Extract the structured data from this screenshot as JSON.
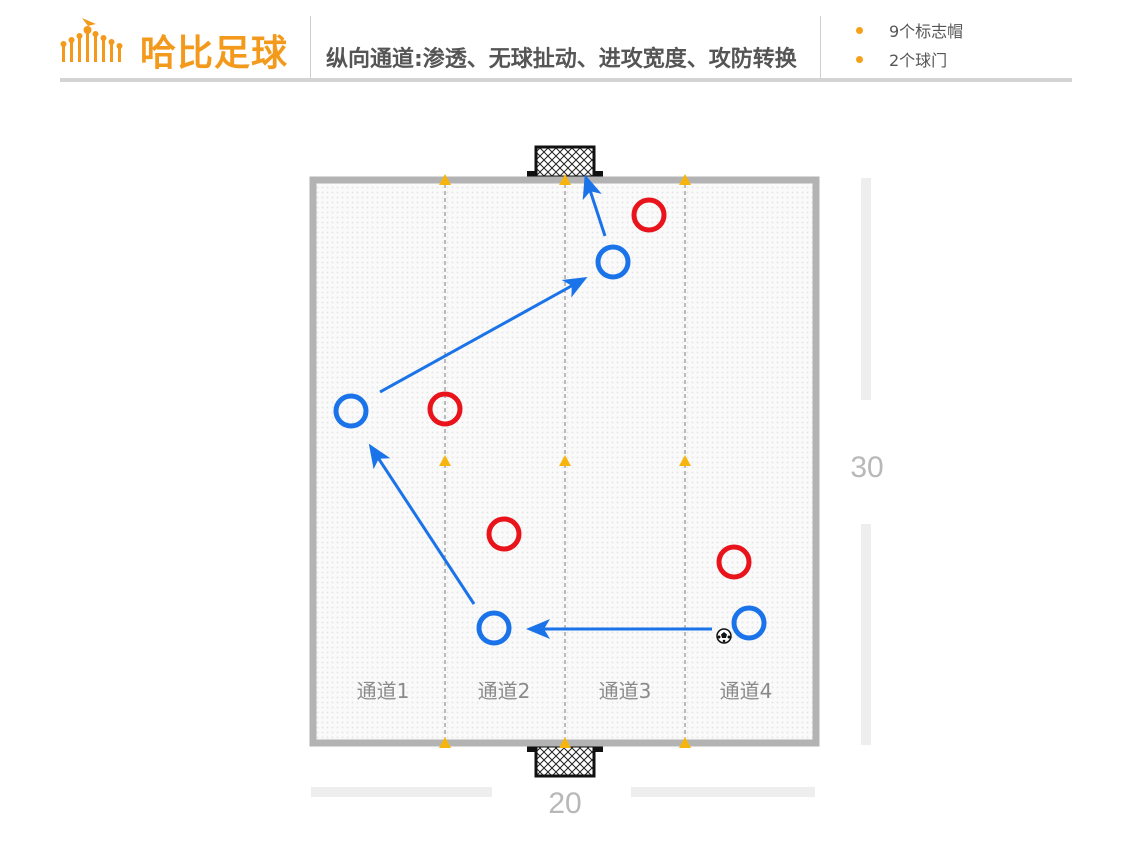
{
  "header": {
    "brand": "哈比足球",
    "title": "纵向通道:渗透、无球扯动、进攻宽度、攻防转换",
    "legend": [
      {
        "icon": "cone-dot",
        "label": "9个标志帽"
      },
      {
        "icon": "goal-dot",
        "label": "2个球门"
      }
    ]
  },
  "colors": {
    "brand_orange": "#f39a1c",
    "attacker_blue": "#1a73e8",
    "defender_red": "#e8131b",
    "cone_yellow": "#f6b40e",
    "field_border": "#b3b3b3"
  },
  "field": {
    "lanes": [
      "通道1",
      "通道2",
      "通道3",
      "通道4"
    ]
  },
  "dimensions": {
    "width_label": "20",
    "length_label": "30"
  }
}
